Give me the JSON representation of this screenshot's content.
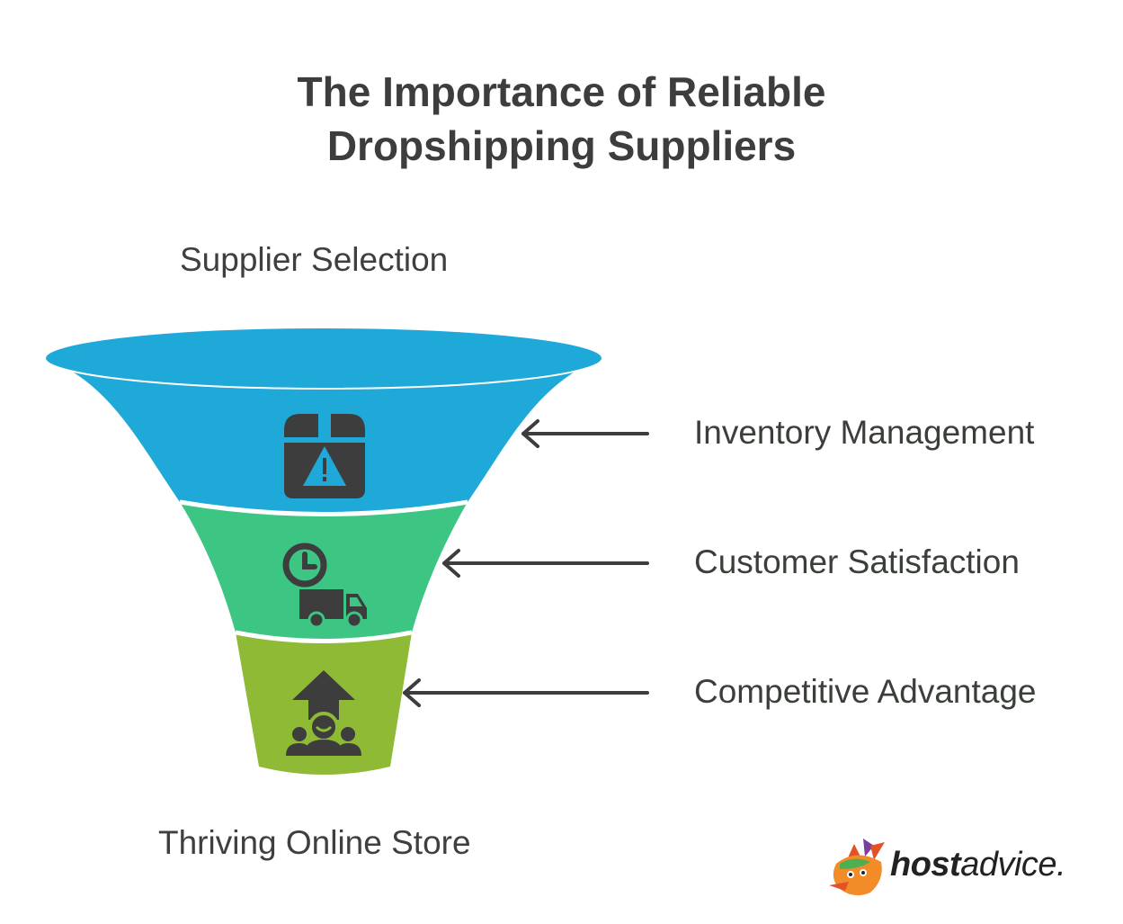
{
  "title_line1": "The Importance of Reliable",
  "title_line2": "Dropshipping Suppliers",
  "top_label": "Supplier Selection",
  "bottom_label": "Thriving Online Store",
  "stages": [
    {
      "label": "Inventory Management",
      "icon": "package-warning-icon",
      "color": "#1fa9d9"
    },
    {
      "label": "Customer Satisfaction",
      "icon": "delivery-truck-clock-icon",
      "color": "#3cc583"
    },
    {
      "label": "Competitive Advantage",
      "icon": "team-growth-arrow-icon",
      "color": "#8fba36"
    }
  ],
  "brand": {
    "bold": "host",
    "light": "advice."
  },
  "colors": {
    "rim": "#1fa9d9",
    "icon": "#3d3d3d",
    "arrow": "#3d3d3d",
    "text": "#3f3f3f"
  }
}
